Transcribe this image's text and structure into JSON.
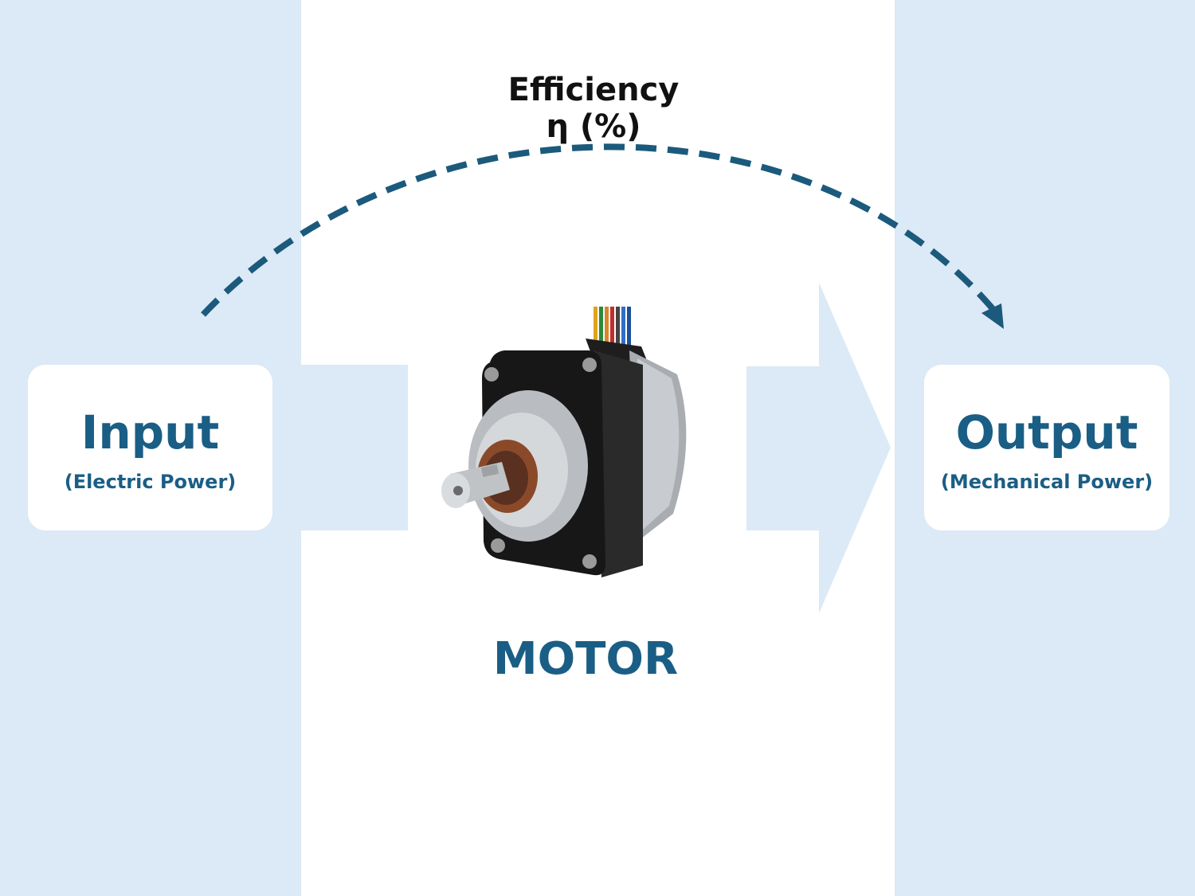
{
  "input": {
    "title": "Input",
    "subtitle": "(Electric Power)"
  },
  "output": {
    "title": "Output",
    "subtitle": "(Mechanical Power)"
  },
  "efficiency": {
    "line1": "Efficiency",
    "line2": "η (%)"
  },
  "motor": {
    "label": "MOTOR",
    "picture_icon": "stepper-motor-icon"
  },
  "colors": {
    "band": "#dce9f6",
    "accent": "#1a5e85",
    "arrow": "#1b5a7c",
    "text_dark": "#111111",
    "background": "#ffffff"
  }
}
